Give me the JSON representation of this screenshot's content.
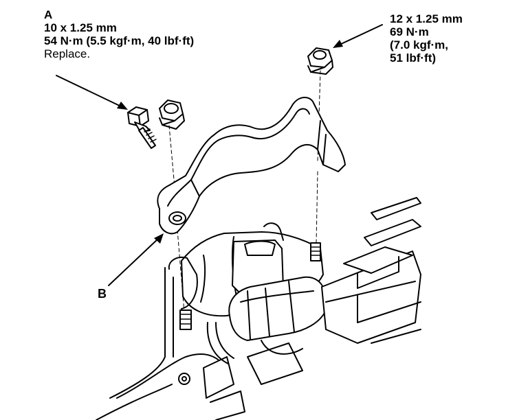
{
  "callouts": {
    "a": {
      "letter": "A",
      "size": "10 x 1.25 mm",
      "torque": "54 N·m (5.5 kgf·m, 40 lbf·ft)",
      "note": "Replace."
    },
    "right": {
      "size": "12 x 1.25 mm",
      "torque_line1": "69 N·m",
      "torque_line2": "(7.0 kgf·m,",
      "torque_line3": "51 lbf·ft)"
    },
    "b": {
      "letter": "B"
    }
  },
  "colors": {
    "ink": "#000000",
    "paper": "#ffffff"
  }
}
